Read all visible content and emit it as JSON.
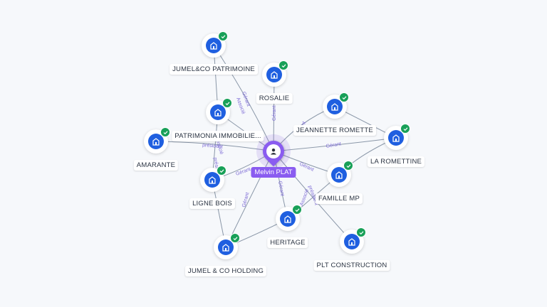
{
  "center": {
    "name": "Melvin PLAT",
    "icon": "person-icon",
    "color": "#8a5cf0"
  },
  "accent_colors": {
    "company": "#1f5fe0",
    "verified": "#18a058",
    "edge": "#8a97a8",
    "edge_label": "#7d6bd6"
  },
  "companies": [
    {
      "id": "jumel-co-patrimoine",
      "name": "JUMEL&CO PATRIMOINE",
      "icon": "building-icon",
      "verified": true
    },
    {
      "id": "rosalie",
      "name": "ROSALIE",
      "icon": "building-icon",
      "verified": true
    },
    {
      "id": "jeannette-romette",
      "name": "JEANNETTE ROMETTE",
      "icon": "building-icon",
      "verified": true
    },
    {
      "id": "patrimonia",
      "name": "PATRIMONIA IMMOBILIE...",
      "icon": "building-icon",
      "verified": true
    },
    {
      "id": "amarante",
      "name": "AMARANTE",
      "icon": "building-icon",
      "verified": true
    },
    {
      "id": "la-romettine",
      "name": "LA ROMETTINE",
      "icon": "building-icon",
      "verified": true
    },
    {
      "id": "famille-mp",
      "name": "FAMILLE MP",
      "icon": "building-icon",
      "verified": true
    },
    {
      "id": "ligne-bois",
      "name": "LIGNE BOIS",
      "icon": "building-icon",
      "verified": true
    },
    {
      "id": "heritage",
      "name": "HERITAGE",
      "icon": "building-icon",
      "verified": true
    },
    {
      "id": "plt-construction",
      "name": "PLT CONSTRUCTION",
      "icon": "building-icon",
      "verified": true
    },
    {
      "id": "jumel-co-holding",
      "name": "JUMEL & CO HOLDING",
      "icon": "building-icon",
      "verified": true
    }
  ],
  "edge_labels": {
    "jumel_patrimoine_gerant": "Gérant",
    "jumel_patrimoine_associe": "Associé",
    "rosalie": "Gérant",
    "jeannette": "Gérant",
    "romettine": "Gérant",
    "amarante": "président",
    "patrimonia": "Associé",
    "ligne_bois_gerant": "Gérant",
    "ligne_bois_president": "président",
    "famille_mp": "Gérant",
    "heritage": "Gérant",
    "jumel_holding": "Gérant",
    "plt_president": "président",
    "plt_associe": "Associé"
  }
}
